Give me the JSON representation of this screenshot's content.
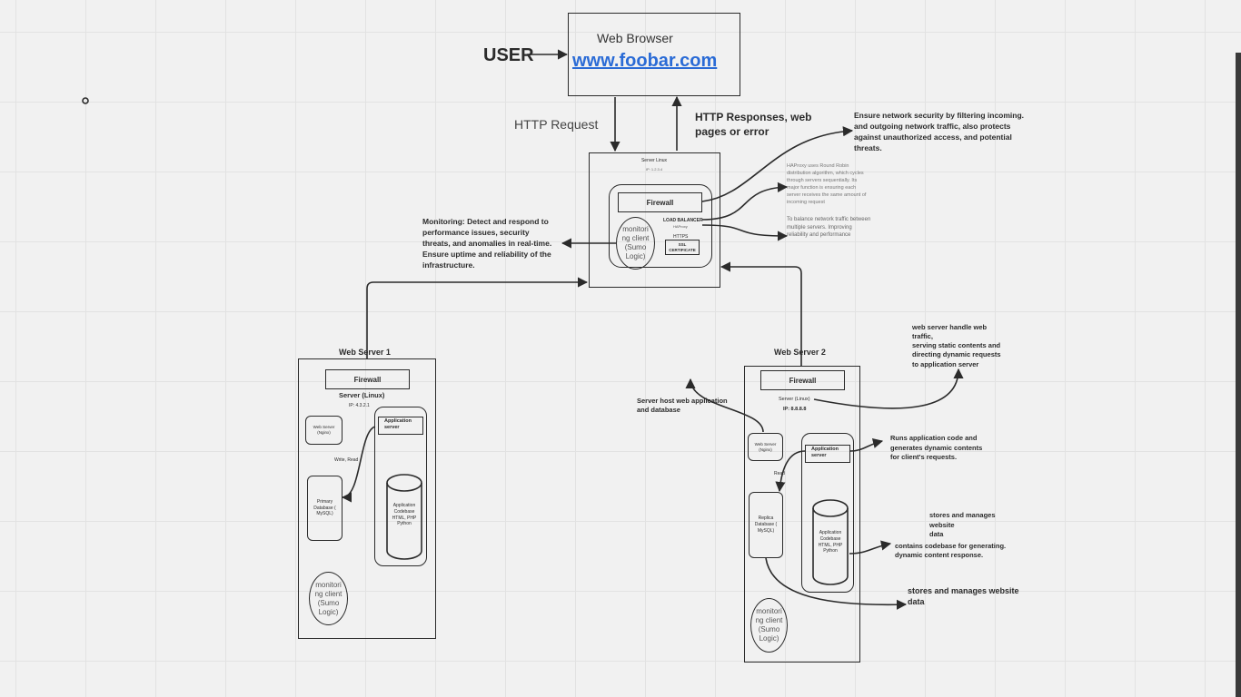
{
  "diagram": {
    "user_label": "USER",
    "browser": {
      "title": "Web Browser",
      "url": "www.foobar.com"
    },
    "http_request": "HTTP Request",
    "http_responses": "HTTP Responses, web\npages or error",
    "lb_server": {
      "title": "Server Linux",
      "ip": "IP: 1.2.3.4",
      "firewall": "Firewall",
      "load_balancer": "LOAD BALANCER",
      "haproxy": "HAProxy",
      "https": "HTTPS",
      "ssl": "SSL\nCERTIFICATE",
      "monitor": "monitori\nng client\n(Sumo\nLogic)"
    },
    "notes": {
      "firewall_note": "Ensure network security by filtering incoming.\nand outgoing network traffic, also protects\nagainst unauthorized access, and potential\nthreats.",
      "haproxy_note": "HAProxy  uses Round Robin\ndistribution algorithm, which cycles\nthrough servers sequentially. Its\nmajor function is ensuring each\nserver receives the same amount of\nincoming request",
      "balance_note": "To balance network traffic between\nmultiple servers. Improving\nreliability and performance",
      "monitoring_note": "Monitoring: Detect and respond to\nperformance issues, security\nthreats, and anomalies in real-time.\nEnsure uptime and reliability of the\ninfrastructure.",
      "web_server_note": "web server handle web\ntraffic,\nserving static contents and\ndirecting dynamic requests\nto application server",
      "host_note": "Server host web application\nand database",
      "app_note": "Runs application code and\ngenerates dynamic contents\nfor client's requests.",
      "stores_note_small": "stores and manages\nwebsite\ndata",
      "codebase_note": "contains codebase for generating.\ndynamic content response.",
      "stores_note_big": "stores and manages website\ndata"
    },
    "ws1": {
      "title": "Web Server 1",
      "firewall": "Firewall",
      "server": "Server (Linux)",
      "ip": "IP: 4.3.2.1",
      "nginx": "Web Server\n(Nginx)",
      "app_server": "Application\nserver",
      "write_read": "Write, Read",
      "db": "Primary\nDatabase (\nMySQL)",
      "codebase": "Application\nCodebase\nHTML, PHP\nPython",
      "monitor": "monitori\nng client\n(Sumo\nLogic)"
    },
    "ws2": {
      "title": "Web Server 2",
      "firewall": "Firewall",
      "server": "Server (Linux)",
      "ip": "IP: 8.8.8.8",
      "nginx": "Web Server\n(Nginx)",
      "app_server": "Application\nserver",
      "read": "Read",
      "db": "Replica\nDatabase (\nMySQL)",
      "codebase": "Application\nCodebase\nHTML, PHP\nPython",
      "monitor": "monitori\nng client\n(Sumo\nLogic)"
    }
  }
}
